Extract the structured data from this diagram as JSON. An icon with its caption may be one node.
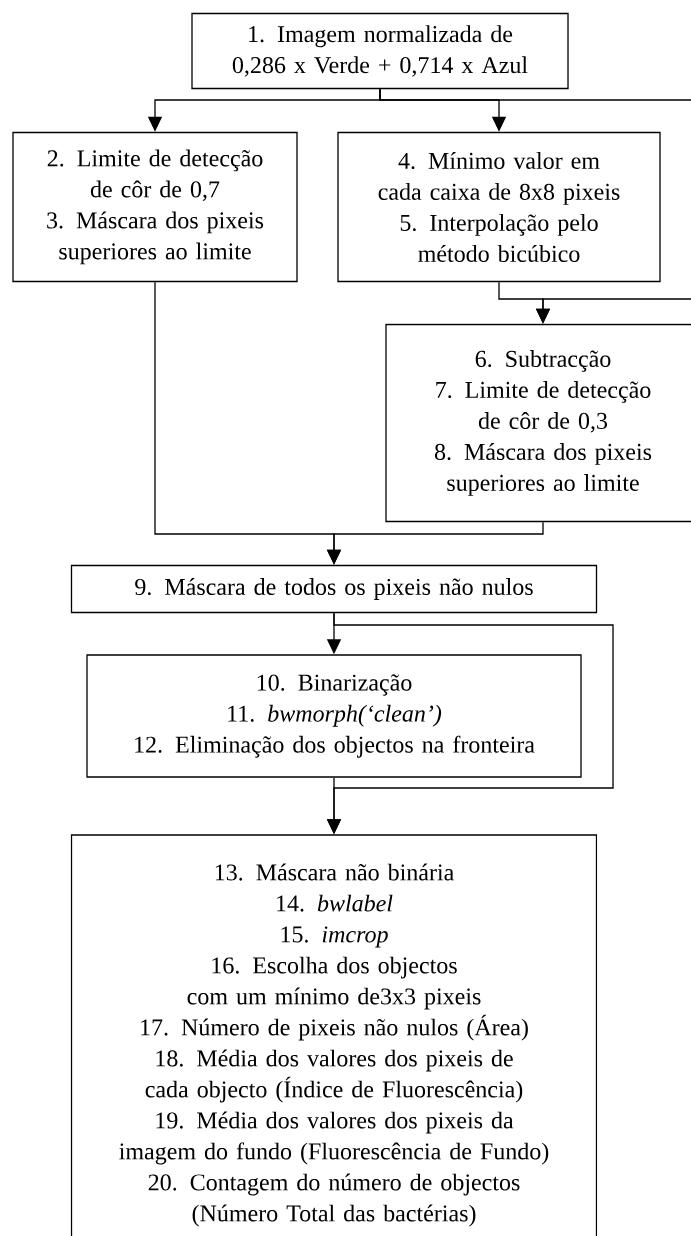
{
  "diagram": {
    "nodes": [
      {
        "text": [
          "1. Imagem normalizada de 0,286 x Verde + 0,714 x Azul"
        ]
      },
      {
        "text": [
          "2. Limite de detecção de côr de 0,7",
          "3. Máscara dos pixeis superiores ao limite"
        ]
      },
      {
        "text": [
          "4. Mínimo valor em cada caixa de 8x8 pixeis",
          "5. Interpolação pelo método bicúbico"
        ]
      },
      {
        "text": [
          "6. Subtracção",
          "7. Limite de detecção de côr de 0,3",
          "8. Máscara dos pixeis superiores ao limite"
        ]
      },
      {
        "text": [
          "9. Máscara de todos os pixeis não nulos"
        ]
      },
      {
        "text": [
          "10. Binarização",
          "11. *bwmorph(‘clean’)*",
          "12. Eliminação dos objectos na fronteira"
        ]
      },
      {
        "text": [
          "13. Máscara não binária",
          "14. *bwlabel*",
          "15. *imcrop*",
          "16. Escolha dos objectos com um mínimo de3x3 pixeis",
          "17. Número de pixeis não nulos (Área)",
          "18. Média dos valores  dos pixeis de cada objecto (Índice de Fluorescência)",
          "19. Média dos valores dos pixeis da imagem do fundo (Fluorescência de Fundo)",
          "20. Contagem do número de objectos (Número Total das bactérias)"
        ]
      }
    ],
    "edges": [
      {
        "from": 0,
        "to": 1,
        "arrow": "to"
      },
      {
        "from": 0,
        "to": 2,
        "arrow": "to"
      },
      {
        "from": 0,
        "to": null,
        "arrow": "none"
      },
      {
        "from": 2,
        "to": 3,
        "arrow": "to"
      },
      {
        "from": null,
        "to": 3,
        "arrow": "to"
      },
      {
        "from": 1,
        "to": 4,
        "arrow": "to"
      },
      {
        "from": 3,
        "to": 4,
        "arrow": "to"
      },
      {
        "from": 4,
        "to": 5,
        "arrow": "to"
      },
      {
        "from": 4,
        "to": 6,
        "arrow": "to"
      },
      {
        "from": 5,
        "to": 6,
        "arrow": "to"
      }
    ]
  }
}
